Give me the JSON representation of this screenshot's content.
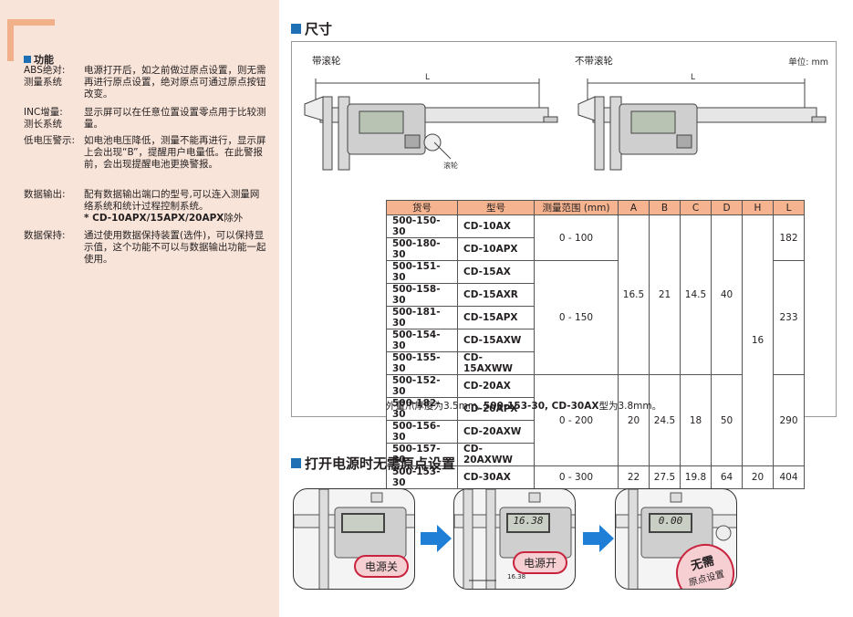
{
  "sidebar": {
    "title": "功能",
    "features": [
      {
        "term": "ABS绝对:\n测量系统",
        "desc": "电源打开后，如之前做过原点设置，则无需再进行原点设置，绝对原点可通过原点按钮改变。"
      },
      {
        "term": "INC增量:\n测长系统",
        "desc": "显示屏可以在任意位置设置零点用于比较测量。"
      },
      {
        "term": "低电压警示:",
        "desc": "如电池电压降低，测量不能再进行，显示屏上会出现“B”，提醒用户电量低。在此警报前，会出现提醒电池更换警报。"
      },
      {
        "term": "数据输出:",
        "desc": "配有数据输出端口的型号,可以连入测量网络系统和统计过程控制系统。",
        "desc_bold": "* CD-10APX/15APX/20APX",
        "desc_tail": "除外"
      },
      {
        "term": "数据保持:",
        "desc": "通过使用数据保持装置(选件)，可以保持显示值，这个功能不可以与数据输出功能一起使用。"
      }
    ]
  },
  "dimensions": {
    "title": "尺寸",
    "with_wheel": "带滚轮",
    "without_wheel": "不带滚轮",
    "unit": "单位: mm",
    "dim_L": "L",
    "wheel_label": "滚轮",
    "table": {
      "headers": [
        "货号",
        "型号",
        "测量范围 (mm)",
        "A",
        "B",
        "C",
        "D",
        "H",
        "L"
      ],
      "rows": [
        [
          "500-150-30",
          "CD-10AX"
        ],
        [
          "500-180-30",
          "CD-10APX"
        ],
        [
          "500-151-30",
          "CD-15AX"
        ],
        [
          "500-158-30",
          "CD-15AXR"
        ],
        [
          "500-181-30",
          "CD-15APX"
        ],
        [
          "500-154-30",
          "CD-15AXW"
        ],
        [
          "500-155-30",
          "CD-15AXWW"
        ],
        [
          "500-152-30",
          "CD-20AX"
        ],
        [
          "500-182-30",
          "CD-20APX"
        ],
        [
          "500-156-30",
          "CD-20AXW"
        ],
        [
          "500-157-30",
          "CD-20AXWW"
        ],
        [
          "500-153-30",
          "CD-30AX"
        ]
      ],
      "range": [
        "0 - 100",
        "0 - 150",
        "0 - 200",
        "0 - 300"
      ],
      "A": [
        "16.5",
        "20",
        "22"
      ],
      "B": [
        "21",
        "24.5",
        "27.5"
      ],
      "C": [
        "14.5",
        "18",
        "19.8"
      ],
      "D": [
        "40",
        "50",
        "64"
      ],
      "H": [
        "16",
        "20"
      ],
      "L": [
        "182",
        "233",
        "290",
        "404"
      ]
    },
    "note_pre": "外量爪厚度为3.5mm, ",
    "note_bold": "500-153-30, CD-30AX",
    "note_post": "型为3.8mm。"
  },
  "origin": {
    "title": "打开电源时无需原点设置",
    "steps": [
      {
        "label": "电源关",
        "display": ""
      },
      {
        "label": "电源开",
        "display": "16.38",
        "ruler": "16.38"
      },
      {
        "label_line1": "无需",
        "label_line2": "原点设置",
        "display": "0.00"
      }
    ]
  },
  "colors": {
    "accent": "#1f6fb5",
    "header": "#f5b38f",
    "sidebar": "#f9e4d9",
    "pill_border": "#c9243f",
    "arrow": "#1f7fd6"
  }
}
